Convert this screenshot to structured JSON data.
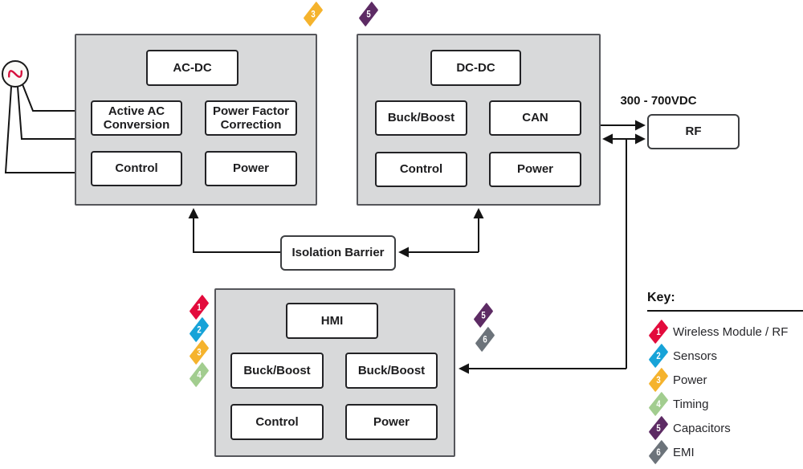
{
  "ac_source": {
    "icon": "ac-sine-source-icon"
  },
  "badges": {
    "b1": {
      "number": "1",
      "color": "#E30B3C"
    },
    "b2": {
      "number": "2",
      "color": "#17A3D8"
    },
    "b3": {
      "number": "3",
      "color": "#F5B32D"
    },
    "b4": {
      "number": "4",
      "color": "#A2CD8F"
    },
    "b5": {
      "number": "5",
      "color": "#5D2B64"
    },
    "b6": {
      "number": "6",
      "color": "#6C737A"
    }
  },
  "acdc_block": {
    "title": "AC-DC",
    "cells": {
      "c1": "Active AC Conversion",
      "c2": "Power Factor Correction",
      "c3": "Control",
      "c4": "Power"
    }
  },
  "dcdc_block": {
    "title": "DC-DC",
    "cells": {
      "c1": "Buck/Boost",
      "c2": "CAN",
      "c3": "Control",
      "c4": "Power"
    }
  },
  "hmi_block": {
    "title": "HMI",
    "cells": {
      "c1": "Buck/Boost",
      "c2": "Buck/Boost",
      "c3": "Control",
      "c4": "Power"
    }
  },
  "rf_block": {
    "label": "RF"
  },
  "voltage_label": "300 - 700VDC",
  "isolation": {
    "label": "Isolation Barrier"
  },
  "key": {
    "title": "Key:",
    "items": [
      {
        "number": "1",
        "color": "#E30B3C",
        "label": "Wireless Module / RF"
      },
      {
        "number": "2",
        "color": "#17A3D8",
        "label": "Sensors"
      },
      {
        "number": "3",
        "color": "#F5B32D",
        "label": "Power"
      },
      {
        "number": "4",
        "color": "#A2CD8F",
        "label": "Timing"
      },
      {
        "number": "5",
        "color": "#5D2B64",
        "label": "Capacitors"
      },
      {
        "number": "6",
        "color": "#6C737A",
        "label": "EMI"
      }
    ]
  },
  "wire_color": "#141414"
}
